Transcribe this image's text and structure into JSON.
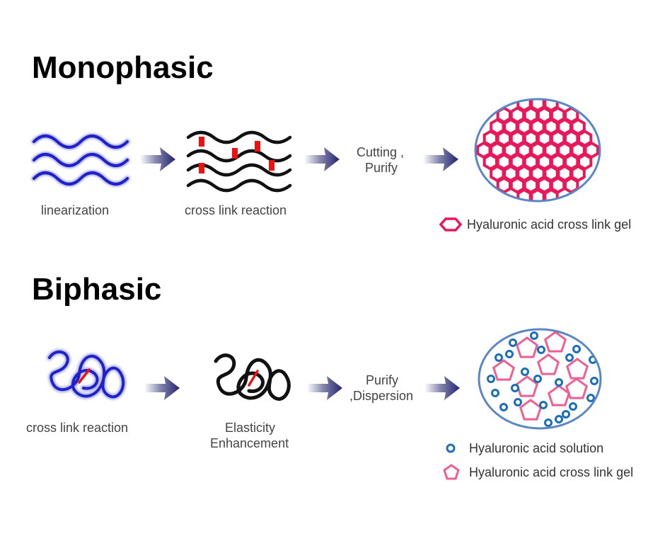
{
  "monophasic": {
    "title": "Monophasic",
    "step1_label": "linearization",
    "step2_label": "cross link reaction",
    "step3_label_line1": "Cutting ,",
    "step3_label_line2": "Purify",
    "legend_gel": "Hyaluronic acid cross link gel"
  },
  "biphasic": {
    "title": "Biphasic",
    "step1_label": "cross link reaction",
    "step2_label_line1": "Elasticity",
    "step2_label_line2": "Enhancement",
    "step3_label_line1": "Purify",
    "step3_label_line2": ",Dispersion",
    "legend_solution": "Hyaluronic acid solution",
    "legend_gel": "Hyaluronic acid cross link gel"
  },
  "colors": {
    "strand_blue": "#1f22c8",
    "strand_black": "#111111",
    "crosslink_red": "#ee1111",
    "arrow_navy": "#23236e",
    "gel_pink": "#e8195a",
    "gel_light_pink": "#ee5f92",
    "solution_blue": "#1a6fb8",
    "ellipse_border": "#5b86c4"
  }
}
